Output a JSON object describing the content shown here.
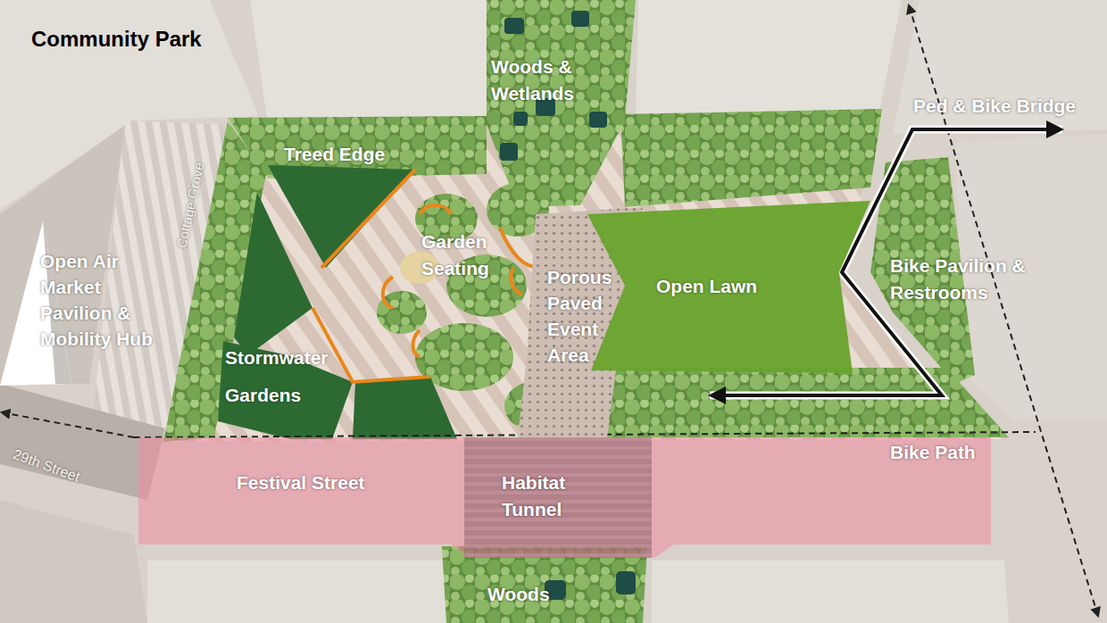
{
  "diagram": {
    "title": "Community Park",
    "nodes": [
      {
        "text": [
          "Porous Paved Event Area"
        ]
      },
      {
        "text": [
          "Open Lawn"
        ]
      },
      {
        "text": [
          "Festival Street"
        ]
      },
      {
        "text": [
          "Habitat Tunnel"
        ],
        "in": 2
      }
    ],
    "labels": [
      "Woods & Wetlands",
      "Treed Edge",
      "Cottage Grove",
      "Garden Seating",
      "Open Air Market Pavilion & Mobility Hub",
      "Stormwater Gardens",
      "Ped & Bike Bridge",
      "Bike Pavilion & Restrooms",
      "Bike Path",
      "29th Street",
      "Woods"
    ]
  }
}
